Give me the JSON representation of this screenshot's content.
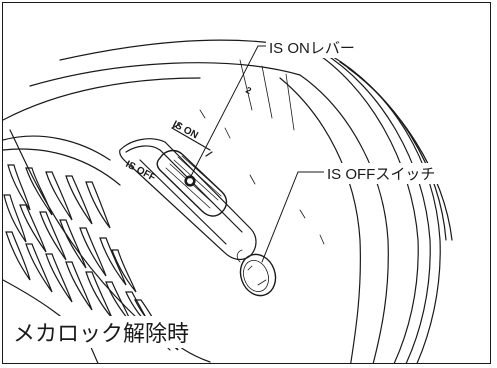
{
  "callouts": {
    "is_on_lever": "IS ONレバー",
    "is_off_switch": "IS OFFスイッチ"
  },
  "switch_markings": {
    "is_on": "IS ON",
    "is_off": "IS OFF"
  },
  "barrel_marking": "2",
  "caption": "メカロック解除時",
  "colors": {
    "line": "#1a1a1a",
    "background": "#ffffff"
  }
}
